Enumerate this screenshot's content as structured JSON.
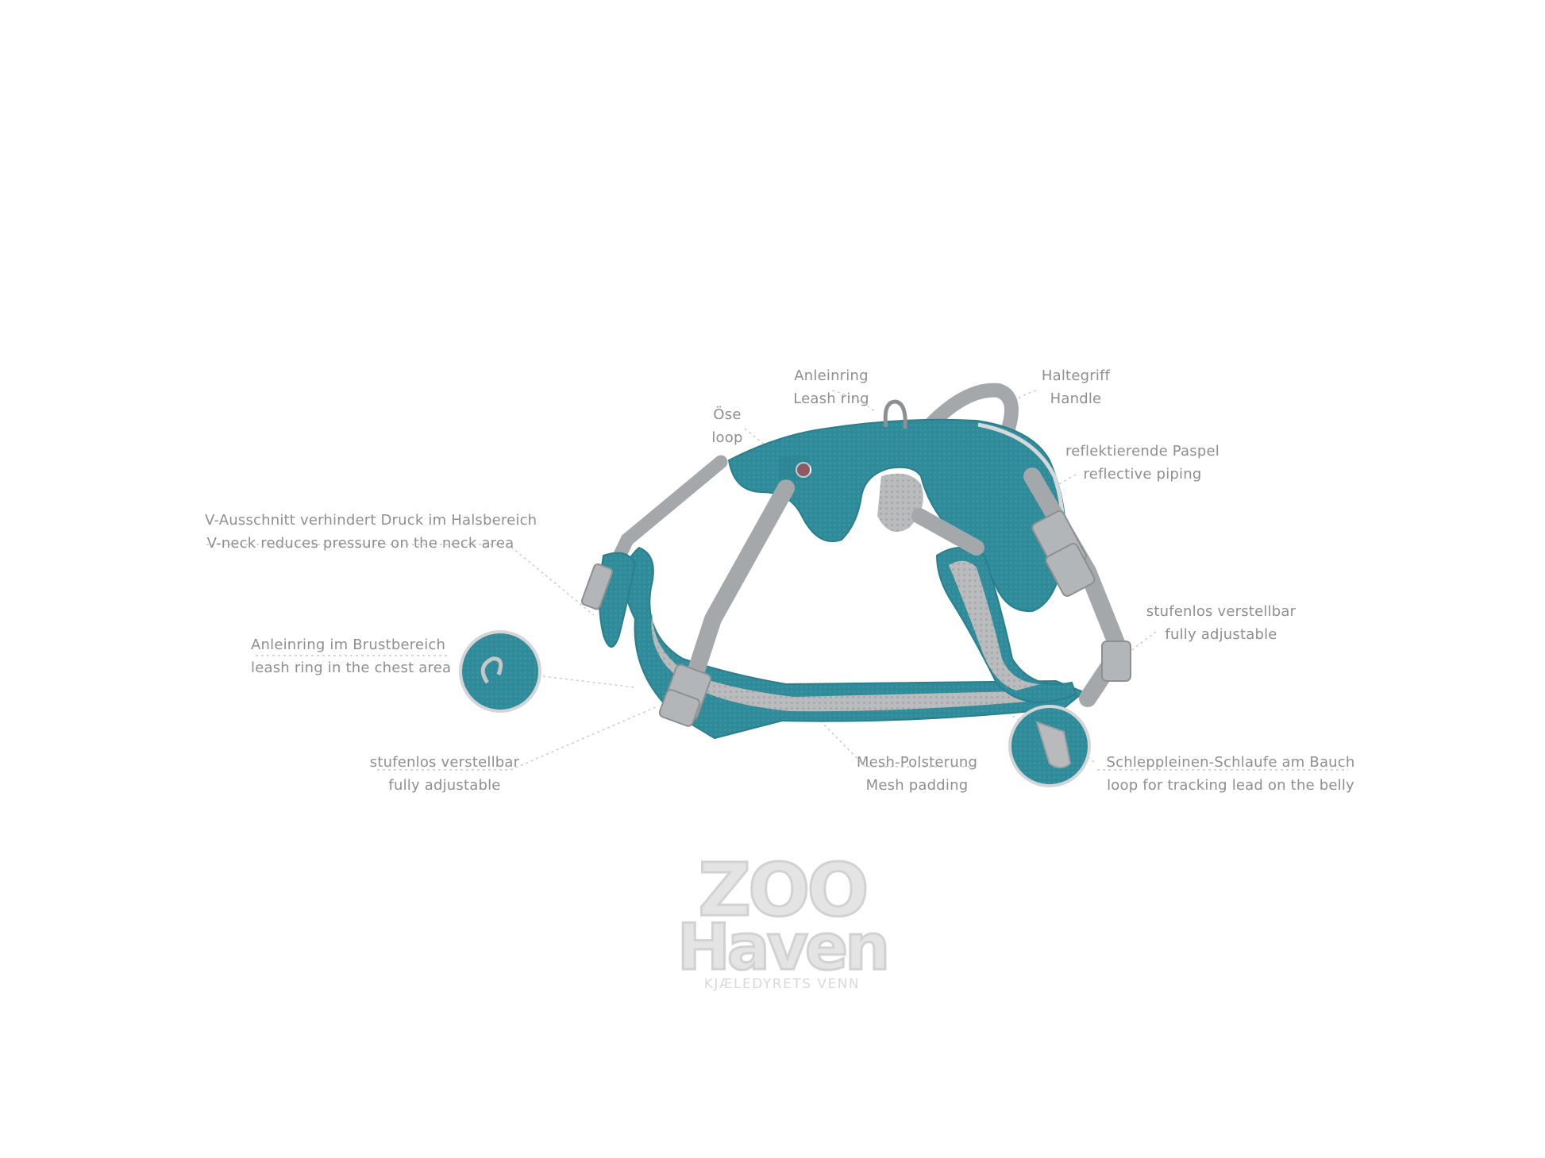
{
  "colors": {
    "teal": "#2f8a99",
    "grey_strap": "#a5a8aa",
    "mesh": "#b7b9bb",
    "label_text": "#8f8f8f",
    "leader_line": "#c9c9c9"
  },
  "labels": {
    "leash_ring": {
      "de": "Anleinring",
      "en": "Leash ring"
    },
    "loop": {
      "de": "Öse",
      "en": "loop"
    },
    "handle": {
      "de": "Haltegriff",
      "en": "Handle"
    },
    "reflective": {
      "de": "reflektierende Paspel",
      "en": "reflective piping"
    },
    "v_neck": {
      "de": "V-Ausschnitt verhindert Druck im Halsbereich",
      "en": "V-neck reduces pressure on the neck area"
    },
    "adjustable_right": {
      "de": "stufenlos verstellbar",
      "en": "fully adjustable"
    },
    "chest_ring": {
      "de": "Anleinring im Brustbereich",
      "en": "leash ring in the chest area"
    },
    "adjustable_left": {
      "de": "stufenlos verstellbar",
      "en": "fully adjustable"
    },
    "mesh": {
      "de": "Mesh-Polsterung",
      "en": "Mesh padding"
    },
    "belly_loop": {
      "de": "Schleppleinen-Schlaufe am Bauch",
      "en": "loop for tracking lead on the belly"
    }
  },
  "watermark": {
    "line1": "ZOO",
    "line2": "Haven",
    "tagline": "KJÆLEDYRETS VENN"
  }
}
